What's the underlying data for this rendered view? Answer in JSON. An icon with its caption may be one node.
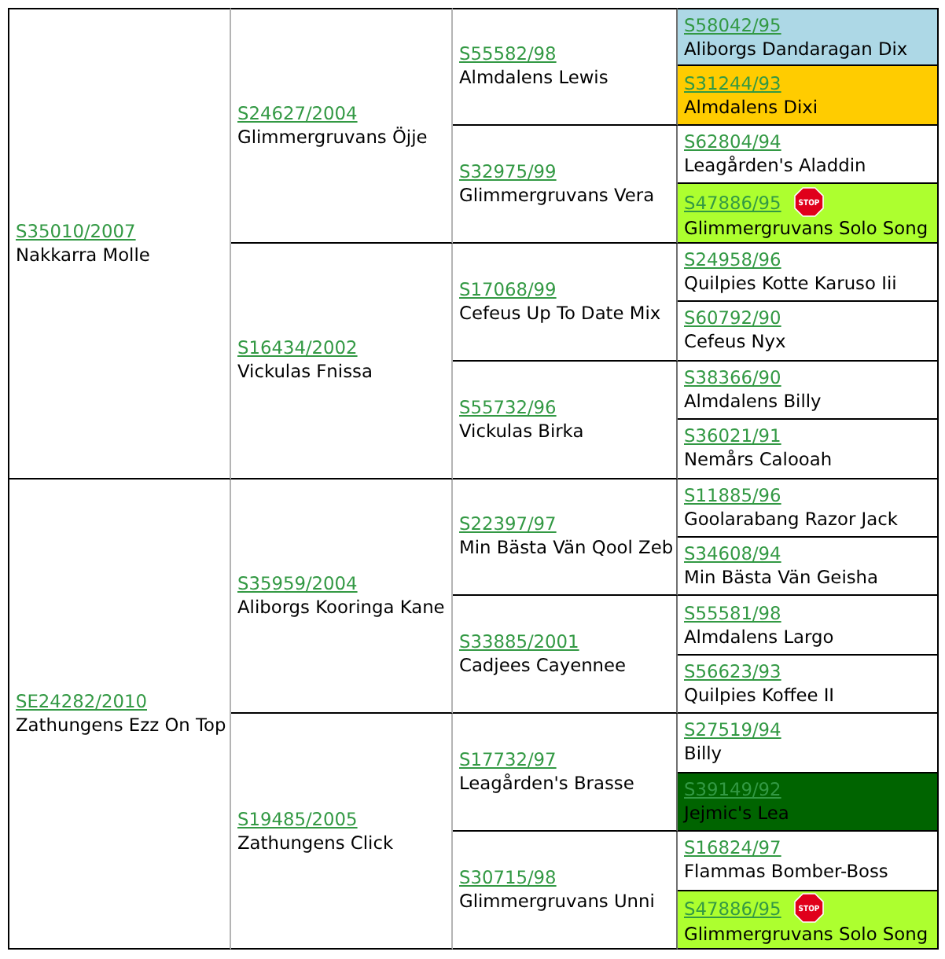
{
  "diagram": {
    "nodes": [
      {
        "text": [
          "S35010/2007",
          "Nakkarra Molle"
        ]
      },
      {
        "text": [
          "S24627/2004",
          "Glimmergruvans Öjje"
        ]
      },
      {
        "text": [
          "S55582/98",
          "Almdalens Lewis"
        ]
      },
      {
        "text": [
          "S58042/95",
          "Aliborgs Dandaragan Dix"
        ]
      },
      {
        "text": [
          "S31244/93",
          "Almdalens Dixi"
        ]
      },
      {
        "text": [
          "S32975/99",
          "Glimmergruvans Vera"
        ]
      },
      {
        "text": [
          "S62804/94",
          "Leagården's Aladdin"
        ]
      },
      {
        "text": [
          "S47886/95",
          "STOP",
          "Glimmergruvans Solo Song"
        ]
      },
      {
        "text": [
          "S16434/2002",
          "Vickulas Fnissa"
        ]
      },
      {
        "text": [
          "S17068/99",
          "Cefeus Up To Date Mix"
        ]
      },
      {
        "text": [
          "S24958/96",
          "Quilpies Kotte Karuso Iii"
        ]
      },
      {
        "text": [
          "S60792/90",
          "Cefeus Nyx"
        ]
      },
      {
        "text": [
          "S55732/96",
          "Vickulas Birka"
        ]
      },
      {
        "text": [
          "S38366/90",
          "Almdalens Billy"
        ]
      },
      {
        "text": [
          "S36021/91",
          "Nemårs Calooah"
        ]
      },
      {
        "text": [
          "SE24282/2010",
          "Zathungens Ezz On Top"
        ]
      },
      {
        "text": [
          "S35959/2004",
          "Aliborgs Kooringa Kane"
        ]
      },
      {
        "text": [
          "S22397/97",
          "Min Bästa Vän Qool Zeb"
        ]
      },
      {
        "text": [
          "S11885/96",
          "Goolarabang Razor Jack"
        ]
      },
      {
        "text": [
          "S34608/94",
          "Min Bästa Vän Geisha"
        ]
      },
      {
        "text": [
          "S33885/2001",
          "Cadjees Cayennee"
        ]
      },
      {
        "text": [
          "S55581/98",
          "Almdalens Largo"
        ]
      },
      {
        "text": [
          "S56623/93",
          "Quilpies Koffee II"
        ]
      },
      {
        "text": [
          "S19485/2005",
          "Zathungens Click"
        ]
      },
      {
        "text": [
          "S17732/97",
          "Leagården's Brasse"
        ]
      },
      {
        "text": [
          "S27519/94",
          "Billy"
        ]
      },
      {
        "text": [
          "S39149/92",
          "Jejmic's Lea"
        ]
      },
      {
        "text": [
          "S30715/98",
          "Glimmergruvans Unni"
        ]
      },
      {
        "text": [
          "S16824/97",
          "Flammas Bomber-Boss"
        ]
      },
      {
        "text": [
          "S47886/95",
          "STOP",
          "Glimmergruvans Solo Song"
        ]
      }
    ]
  }
}
